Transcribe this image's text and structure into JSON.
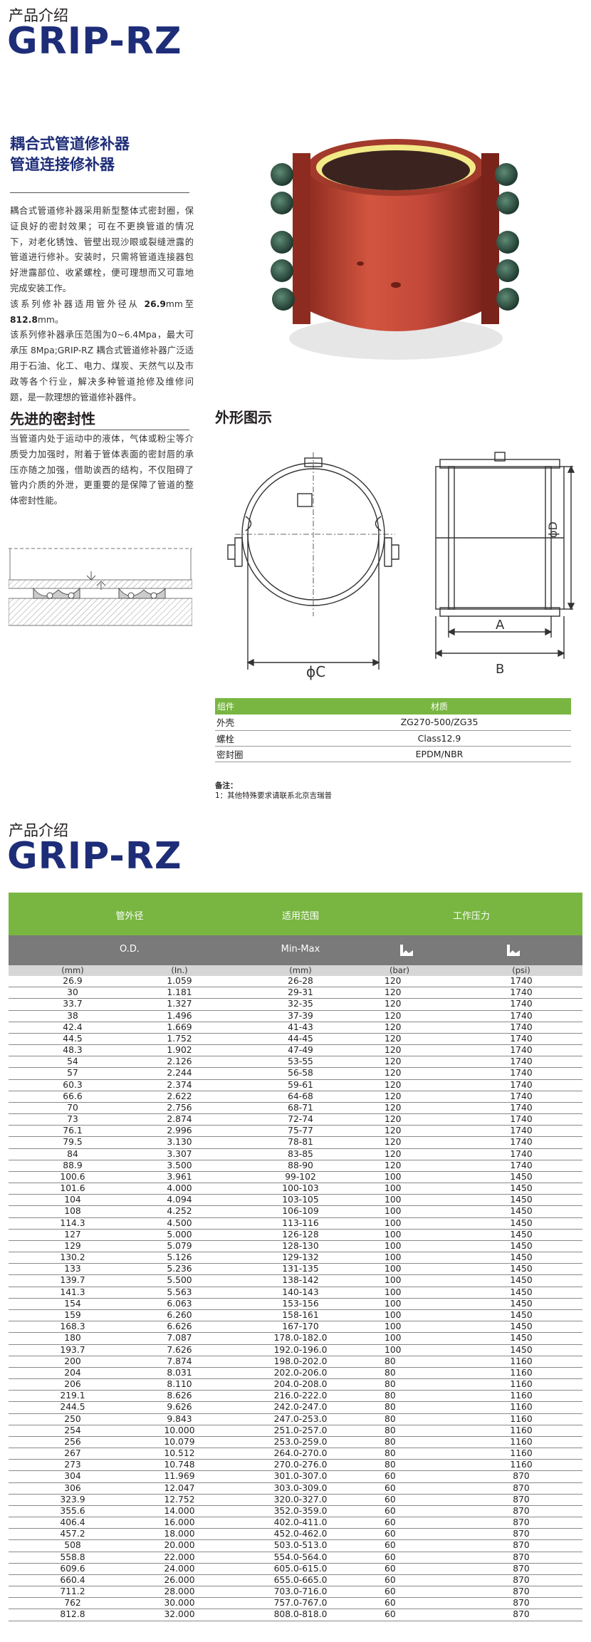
{
  "section1": {
    "label": "产品介绍",
    "brand": "GRIP-RZ",
    "subtitle_line1": "耦合式管道修补器",
    "subtitle_line2": "管道连接修补器",
    "intro_p1": "耦合式管道修补器采用新型整体式密封圈，保证良好的密封效果；可在不更换管道的情况下，对老化锈蚀、管壁出现沙眼或裂缝泄露的管道进行修补。安装时，只需将管道连接器包好泄露部位、收紧螺栓，便可理想而又可靠地完成安装工作。",
    "intro_p2_a": "该系列修补器适用管外径从",
    "intro_p2_min": "26.9",
    "intro_p2_b": "mm至",
    "intro_p2_max": "812.8",
    "intro_p2_c": "mm。",
    "intro_p3": "该系列修补器承压范围为0~6.4Mpa，最大可承压 8Mpa;GRIP-RZ 耦合式管道修补器广泛适用于石油、化工、电力、煤炭、天然气以及市政等各个行业，解决多种管道抢修及维修问题，是一款理想的管道修补器件。",
    "seal_heading": "先进的密封性",
    "seal_text": "当管道内处于运动中的液体，气体或粉尘等介质受力加强时，附着于管体表面的密封唇的承压亦随之加强，借助诶西的结构，不仅阻碍了管内介质的外泄，更重要的是保障了管道的整体密封性能。",
    "shape_heading": "外形图示",
    "dim_c": "ϕC",
    "dim_a": "A",
    "dim_b": "B",
    "dim_d": "ϕD"
  },
  "materials": {
    "headers": [
      "组件",
      "材质"
    ],
    "rows": [
      [
        "外壳",
        "ZG270-500/ZG35"
      ],
      [
        "螺栓",
        "Class12.9"
      ],
      [
        "密封圈",
        "EPDM/NBR"
      ]
    ],
    "note_title": "备注：",
    "note_line": "1：其他特殊要求请联系北京吉瑞普"
  },
  "section2": {
    "label": "产品介绍",
    "brand": "GRIP-RZ"
  },
  "spec_table": {
    "head1": [
      "管外径",
      "适用范围",
      "工作压力"
    ],
    "head2": [
      "O.D.",
      "Min-Max"
    ],
    "units": [
      "(mm)",
      "(In.)",
      "(mm)",
      "(bar)",
      "(psi)"
    ],
    "rows": [
      [
        "26.9",
        "1.059",
        "26-28",
        "120",
        "1740"
      ],
      [
        "30",
        "1.181",
        "29-31",
        "120",
        "1740"
      ],
      [
        "33.7",
        "1.327",
        "32-35",
        "120",
        "1740"
      ],
      [
        "38",
        "1.496",
        "37-39",
        "120",
        "1740"
      ],
      [
        "42.4",
        "1.669",
        "41-43",
        "120",
        "1740"
      ],
      [
        "44.5",
        "1.752",
        "44-45",
        "120",
        "1740"
      ],
      [
        "48.3",
        "1.902",
        "47-49",
        "120",
        "1740"
      ],
      [
        "54",
        "2.126",
        "53-55",
        "120",
        "1740"
      ],
      [
        "57",
        "2.244",
        "56-58",
        "120",
        "1740"
      ],
      [
        "60.3",
        "2.374",
        "59-61",
        "120",
        "1740"
      ],
      [
        "66.6",
        "2.622",
        "64-68",
        "120",
        "1740"
      ],
      [
        "70",
        "2.756",
        "68-71",
        "120",
        "1740"
      ],
      [
        "73",
        "2.874",
        "72-74",
        "120",
        "1740"
      ],
      [
        "76.1",
        "2.996",
        "75-77",
        "120",
        "1740"
      ],
      [
        "79.5",
        "3.130",
        "78-81",
        "120",
        "1740"
      ],
      [
        "84",
        "3.307",
        "83-85",
        "120",
        "1740"
      ],
      [
        "88.9",
        "3.500",
        "88-90",
        "120",
        "1740"
      ],
      [
        "100.6",
        "3.961",
        "99-102",
        "100",
        "1450"
      ],
      [
        "101.6",
        "4.000",
        "100-103",
        "100",
        "1450"
      ],
      [
        "104",
        "4.094",
        "103-105",
        "100",
        "1450"
      ],
      [
        "108",
        "4.252",
        "106-109",
        "100",
        "1450"
      ],
      [
        "114.3",
        "4.500",
        "113-116",
        "100",
        "1450"
      ],
      [
        "127",
        "5.000",
        "126-128",
        "100",
        "1450"
      ],
      [
        "129",
        "5.079",
        "128-130",
        "100",
        "1450"
      ],
      [
        "130.2",
        "5.126",
        "129-132",
        "100",
        "1450"
      ],
      [
        "133",
        "5.236",
        "131-135",
        "100",
        "1450"
      ],
      [
        "139.7",
        "5.500",
        "138-142",
        "100",
        "1450"
      ],
      [
        "141.3",
        "5.563",
        "140-143",
        "100",
        "1450"
      ],
      [
        "154",
        "6.063",
        "153-156",
        "100",
        "1450"
      ],
      [
        "159",
        "6.260",
        "158-161",
        "100",
        "1450"
      ],
      [
        "168.3",
        "6.626",
        "167-170",
        "100",
        "1450"
      ],
      [
        "180",
        "7.087",
        "178.0-182.0",
        "100",
        "1450"
      ],
      [
        "193.7",
        "7.626",
        "192.0-196.0",
        "100",
        "1450"
      ],
      [
        "200",
        "7.874",
        "198.0-202.0",
        "80",
        "1160"
      ],
      [
        "204",
        "8.031",
        "202.0-206.0",
        "80",
        "1160"
      ],
      [
        "206",
        "8.110",
        "204.0-208.0",
        "80",
        "1160"
      ],
      [
        "219.1",
        "8.626",
        "216.0-222.0",
        "80",
        "1160"
      ],
      [
        "244.5",
        "9.626",
        "242.0-247.0",
        "80",
        "1160"
      ],
      [
        "250",
        "9.843",
        "247.0-253.0",
        "80",
        "1160"
      ],
      [
        "254",
        "10.000",
        "251.0-257.0",
        "80",
        "1160"
      ],
      [
        "256",
        "10.079",
        "253.0-259.0",
        "80",
        "1160"
      ],
      [
        "267",
        "10.512",
        "264.0-270.0",
        "80",
        "1160"
      ],
      [
        "273",
        "10.748",
        "270.0-276.0",
        "80",
        "1160"
      ],
      [
        "304",
        "11.969",
        "301.0-307.0",
        "60",
        "870"
      ],
      [
        "306",
        "12.047",
        "303.0-309.0",
        "60",
        "870"
      ],
      [
        "323.9",
        "12.752",
        "320.0-327.0",
        "60",
        "870"
      ],
      [
        "355.6",
        "14.000",
        "352.0-359.0",
        "60",
        "870"
      ],
      [
        "406.4",
        "16.000",
        "402.0-411.0",
        "60",
        "870"
      ],
      [
        "457.2",
        "18.000",
        "452.0-462.0",
        "60",
        "870"
      ],
      [
        "508",
        "20.000",
        "503.0-513.0",
        "60",
        "870"
      ],
      [
        "558.8",
        "22.000",
        "554.0-564.0",
        "60",
        "870"
      ],
      [
        "609.6",
        "24.000",
        "605.0-615.0",
        "60",
        "870"
      ],
      [
        "660.4",
        "26.000",
        "655.0-665.0",
        "60",
        "870"
      ],
      [
        "711.2",
        "28.000",
        "703.0-716.0",
        "60",
        "870"
      ],
      [
        "762",
        "30.000",
        "757.0-767.0",
        "60",
        "870"
      ],
      [
        "812.8",
        "32.000",
        "808.0-818.0",
        "60",
        "870"
      ]
    ]
  }
}
